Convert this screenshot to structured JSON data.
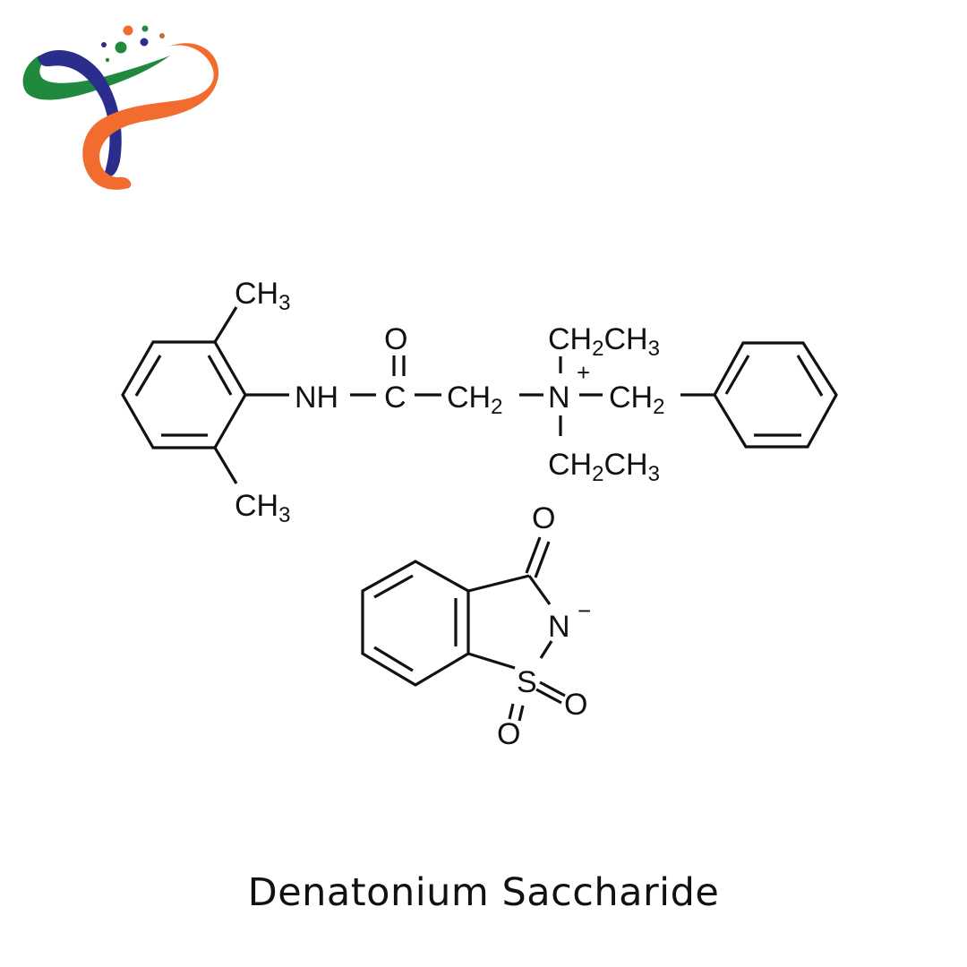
{
  "logo": {
    "icon": "brand-ribbon-logo",
    "colors": {
      "green": "#1f8a3e",
      "blue": "#2b2d8c",
      "orange": "#f26b2f",
      "dot_brown": "#c0703e"
    }
  },
  "structure": {
    "cation": {
      "ortho_methyl_top": {
        "main": "CH",
        "sub": "3"
      },
      "ortho_methyl_bottom": {
        "main": "CH",
        "sub": "3"
      },
      "amide_nh": "NH",
      "carbonyl_c": "C",
      "carbonyl_o": "O",
      "methylene_1": {
        "main": "CH",
        "sub": "2"
      },
      "nitrogen": "N",
      "charge": "+",
      "ethyl_top": {
        "a": "CH",
        "sub1": "2",
        "b": "CH",
        "sub2": "3"
      },
      "ethyl_bottom": {
        "a": "CH",
        "sub1": "2",
        "b": "CH",
        "sub2": "3"
      },
      "benzyl_ch2": {
        "main": "CH",
        "sub": "2"
      }
    },
    "anion": {
      "carbonyl_o": "O",
      "nitrogen": "N",
      "charge": "−",
      "sulfur": "S",
      "sulfonyl_o1": "O",
      "sulfonyl_o2": "O"
    }
  },
  "caption": "Denatonium Saccharide"
}
